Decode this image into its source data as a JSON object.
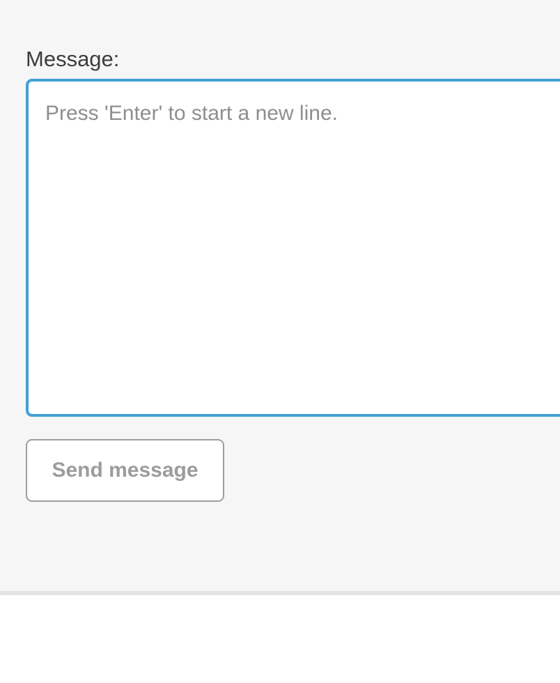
{
  "colors": {
    "page_background": "#f6f6f6",
    "divider": "#e4e4e4",
    "textarea_focus_border": "#439fd5",
    "button_border": "#9d9d9d",
    "button_text": "#9c9c9c",
    "label_text": "#3c3c3c",
    "placeholder_text": "#8e8e8e"
  },
  "form": {
    "label": "Message:",
    "textarea": {
      "value": "",
      "placeholder": "Press 'Enter' to start a new line."
    },
    "send_button": {
      "label": "Send message"
    }
  }
}
